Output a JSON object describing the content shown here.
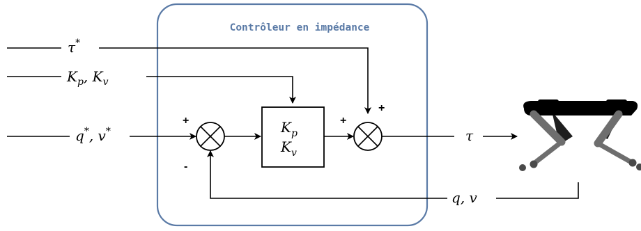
{
  "controller_box": {
    "title": "Contrôleur en impédance",
    "frame_color": "#5a7aa6"
  },
  "inputs": {
    "tau_star": {
      "symbol": "τ",
      "sup": "*"
    },
    "gains": {
      "k1": "K",
      "k1_sub": "p",
      "sep": ", ",
      "k2": "K",
      "k2_sub": "v"
    },
    "refs": {
      "q": "q",
      "q_sup": "*",
      "sep": ", ",
      "v": "v",
      "v_sup": "*"
    }
  },
  "gain_block": {
    "k1": "K",
    "k1_sub": "p",
    "k2": "K",
    "k2_sub": "v"
  },
  "first_summation": {
    "plus": "+",
    "minus": "-"
  },
  "second_summation": {
    "plus_left": "+",
    "plus_top": "+"
  },
  "output": {
    "symbol": "τ"
  },
  "feedback": {
    "q": "q",
    "sep": ", ",
    "v": "v"
  },
  "robot": {
    "icon": "quadruped-robot-icon",
    "body_color": "#000000",
    "leg_color": "#6e6e6e"
  }
}
